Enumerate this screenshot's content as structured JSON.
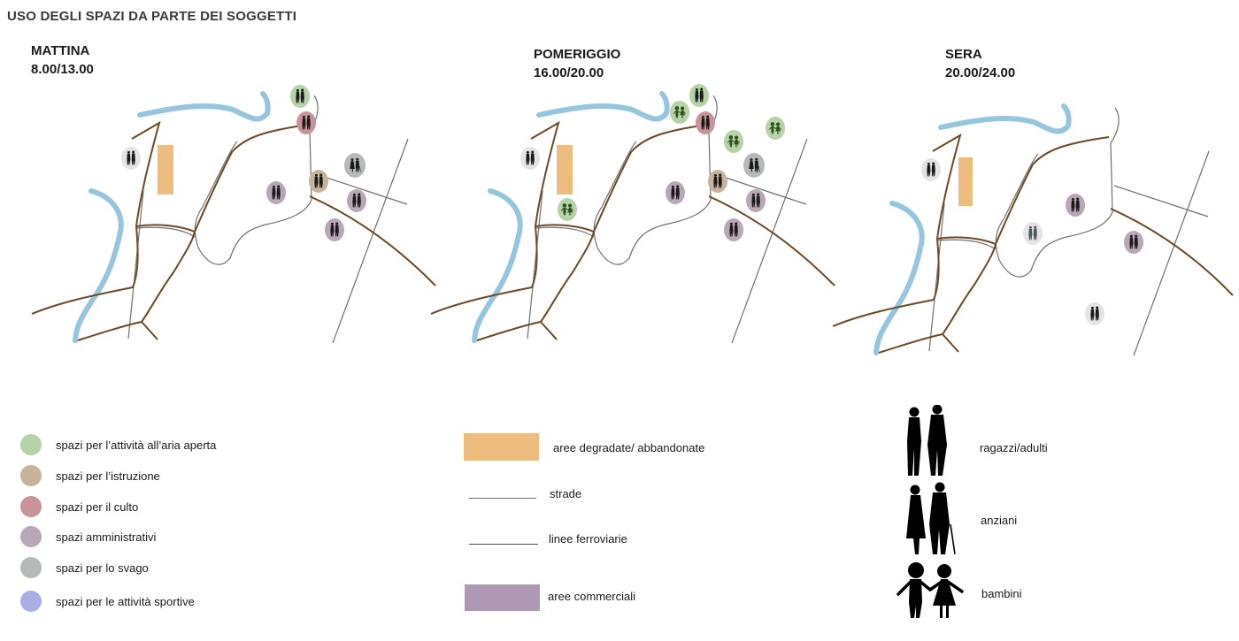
{
  "title": "USO DEGLI SPAZI DA PARTE DEI SOGGETTI",
  "panels": [
    {
      "name": "MATTINA",
      "time": "8.00/13.00"
    },
    {
      "name": "POMERIGGIO",
      "time": "16.00/20.00"
    },
    {
      "name": "SERA",
      "time": "20.00/24.00"
    }
  ],
  "colors": {
    "outdoor": "#b5d3a6",
    "education": "#c7b39a",
    "worship": "#c9939a",
    "administrative": "#b8a7b7",
    "leisure": "#b5b9b9",
    "sports": "#a9aee6",
    "degraded": "#ecbd7e",
    "commercial": "#ae98b4",
    "road": "#707070",
    "railway": "#6b4a25",
    "river": "#96c6de",
    "evening_marker": "#e4e4e4"
  },
  "legend": {
    "space_types": [
      {
        "label": "spazi per l’attività all’aria aperta",
        "color": "#b5d3a6"
      },
      {
        "label": "spazi per l’istruzione",
        "color": "#c7b39a"
      },
      {
        "label": "spazi per il culto",
        "color": "#c9939a"
      },
      {
        "label": "spazi amministrativi",
        "color": "#b8a7b7"
      },
      {
        "label": "spazi per lo svago",
        "color": "#b5b9b9"
      },
      {
        "label": "spazi per le attività sportive",
        "color": "#a9aee6"
      }
    ],
    "areas": {
      "degraded": "aree degradate/ abbandonate",
      "roads": "strade",
      "railways": "linee ferroviarie",
      "commercial": "aree commerciali"
    },
    "subjects": {
      "adults": "ragazzi/adulti",
      "elderly": "anziani",
      "children": "bambini"
    }
  }
}
